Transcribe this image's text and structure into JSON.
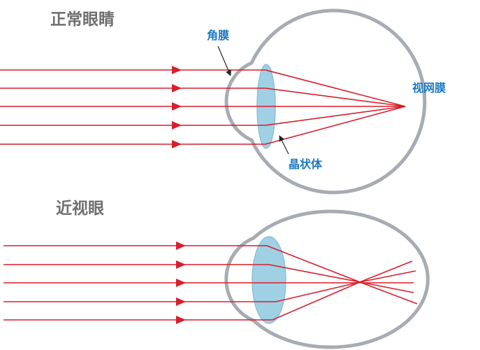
{
  "normal": {
    "title": "正常眼睛"
  },
  "myopia": {
    "title": "近视眼"
  },
  "labels": {
    "cornea": "角膜",
    "retina": "视网膜",
    "lens": "晶状体"
  },
  "colors": {
    "ray": "#d81e2b",
    "eye_outline": "#a7acb3",
    "lens_fill": "#9fd0e4",
    "lens_stroke": "#8fbfd6",
    "title_text": "#6f6f6f",
    "label_text": "#1a78c2",
    "pointer": "#222222"
  }
}
